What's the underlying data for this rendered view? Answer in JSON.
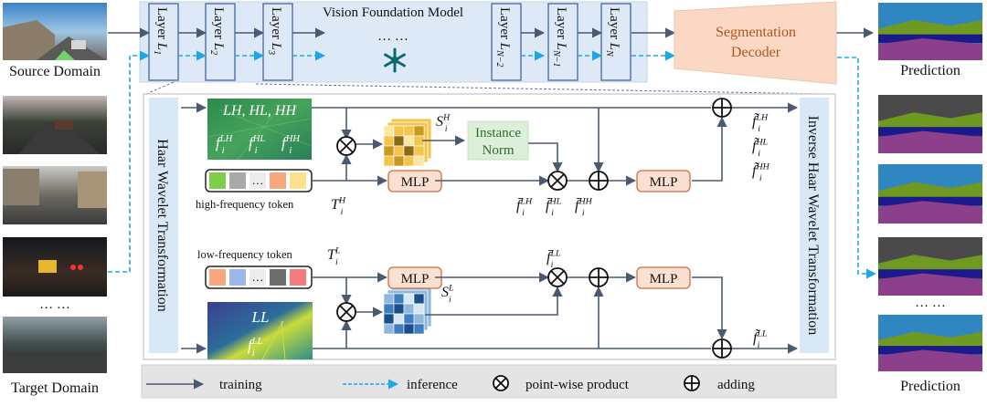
{
  "diagram": {
    "top_panel": {
      "title": "Vision Foundation Model",
      "ellipsis": "… …",
      "frozen_icon": "snowflake-icon",
      "layers": [
        {
          "label": "Layer ",
          "symbol": "L",
          "sub": "1"
        },
        {
          "label": "Layer ",
          "symbol": "L",
          "sub": "2"
        },
        {
          "label": "Layer ",
          "symbol": "L",
          "sub": "3"
        },
        {
          "label": "Layer ",
          "symbol": "L",
          "sub": "N−2"
        },
        {
          "label": "Layer ",
          "symbol": "L",
          "sub": "N−1"
        },
        {
          "label": "Layer ",
          "symbol": "L",
          "sub": "N"
        }
      ]
    },
    "decoder": {
      "line1": "Segmentation",
      "line2": "Decoder"
    },
    "source": {
      "label": "Source Domain"
    },
    "target": {
      "label": "Target Domain",
      "ellipsis": "… …"
    },
    "prediction": {
      "label_top": "Prediction",
      "label_bottom": "Prediction",
      "ellipsis": "… …"
    },
    "left_bar": "Haar Wavelet Transformation",
    "right_bar": "Inverse Haar Wavelet Transformation",
    "high": {
      "feature_title": "LH, HL, HH",
      "features": [
        {
          "base": "f",
          "sub": "i",
          "sup": "LH"
        },
        {
          "base": "f",
          "sub": "i",
          "sup": "HL"
        },
        {
          "base": "f",
          "sub": "i",
          "sup": "HH"
        }
      ],
      "token_label": "high-frequency token",
      "token_sym": {
        "base": "T",
        "sub": "i",
        "sup": "H"
      },
      "token_colors": [
        "#7ed04a",
        "#a9a9a9",
        "#ececec",
        "#f9a77c",
        "#fde08c"
      ],
      "token_dots": "…",
      "score": {
        "base": "S",
        "sub": "i",
        "sup": "H"
      },
      "norm_line1": "Instance",
      "norm_line2": "Norm",
      "mlp1": "MLP",
      "mlp2": "MLP",
      "bar_feats": [
        {
          "base": "f̄",
          "sub": "i",
          "sup": "LH"
        },
        {
          "base": "f̄",
          "sub": "i",
          "sup": "HL"
        },
        {
          "base": "f̄",
          "sub": "i",
          "sup": "HH"
        }
      ],
      "out_feats": [
        {
          "base": "f̃",
          "sub": "i",
          "sup": "LH"
        },
        {
          "base": "f̃",
          "sub": "i",
          "sup": "HL"
        },
        {
          "base": "f̃",
          "sub": "i",
          "sup": "HH"
        }
      ]
    },
    "low": {
      "token_label": "low-frequency token",
      "token_sym": {
        "base": "T",
        "sub": "i",
        "sup": "L"
      },
      "token_colors": [
        "#f9a77c",
        "#9bb6e8",
        "#ececec",
        "#6e6e6e",
        "#f77a7e"
      ],
      "token_dots": "…",
      "feature_title": "LL",
      "feature": {
        "base": "f",
        "sub": "i",
        "sup": "LL"
      },
      "score": {
        "base": "S",
        "sub": "i",
        "sup": "L"
      },
      "mlp1": "MLP",
      "mlp2": "MLP",
      "bar_feat": {
        "base": "f̄",
        "sub": "i",
        "sup": "LL"
      },
      "out_feat": {
        "base": "f̃",
        "sub": "i",
        "sup": "LL"
      }
    },
    "legend": {
      "training": "training",
      "inference": "inference",
      "product": "point-wise product",
      "adding": "adding"
    },
    "colors": {
      "training": "#4a5a70",
      "inference": "#1ea7e8",
      "panel": "#dde9f6",
      "layer_border": "#4f6fa8",
      "decoder": "#fbd8c3",
      "decoder_text": "#b0561e",
      "mlp_fill": "#fbe0d0",
      "mlp_border": "#c86f45",
      "norm_fill": "#dcefd8",
      "norm_text": "#2f6b2a",
      "snowflake": "#0e6a6e"
    }
  }
}
